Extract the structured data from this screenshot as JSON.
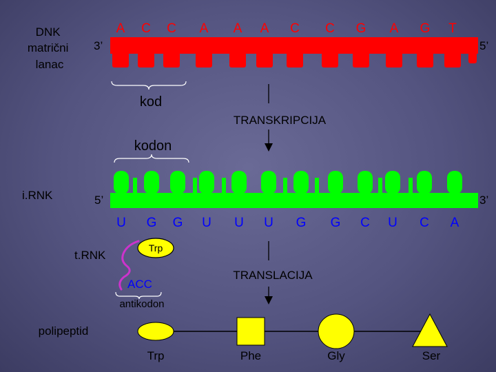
{
  "dna": {
    "label_lines": [
      "DNK",
      "matrični",
      "lanac"
    ],
    "end_left": "3’",
    "end_right": "5’",
    "bases": [
      "A",
      "C",
      "C",
      "A",
      "A",
      "A",
      "C",
      "C",
      "G",
      "A",
      "G",
      "T"
    ],
    "kod_label": "kod"
  },
  "transcription_label": "TRANSKRIPCIJA",
  "mrna": {
    "label": "i.RNK",
    "kodon_label": "kodon",
    "end_left": "5’",
    "end_right": "3’",
    "bases": [
      "U",
      "G",
      "G",
      "U",
      "U",
      "U",
      "G",
      "G",
      "C",
      "U",
      "C",
      "A"
    ]
  },
  "trna": {
    "label": "t.RNK",
    "amino_acid": "Trp",
    "anticodon_bases": "ACC",
    "antikodon_label": "antikodon"
  },
  "translation_label": "TRANSLACIJA",
  "polypeptide": {
    "label": "polipeptid",
    "amino_acids": [
      "Trp",
      "Phe",
      "Gly",
      "Ser"
    ]
  },
  "colors": {
    "dna_strand": "#ff0000",
    "mrna_strand": "#00ff00",
    "trna": "#cc33cc",
    "amino_acid_fill": "#ffff00",
    "base_label_top": "#ff0000",
    "base_label_bottom": "#0000ff"
  }
}
